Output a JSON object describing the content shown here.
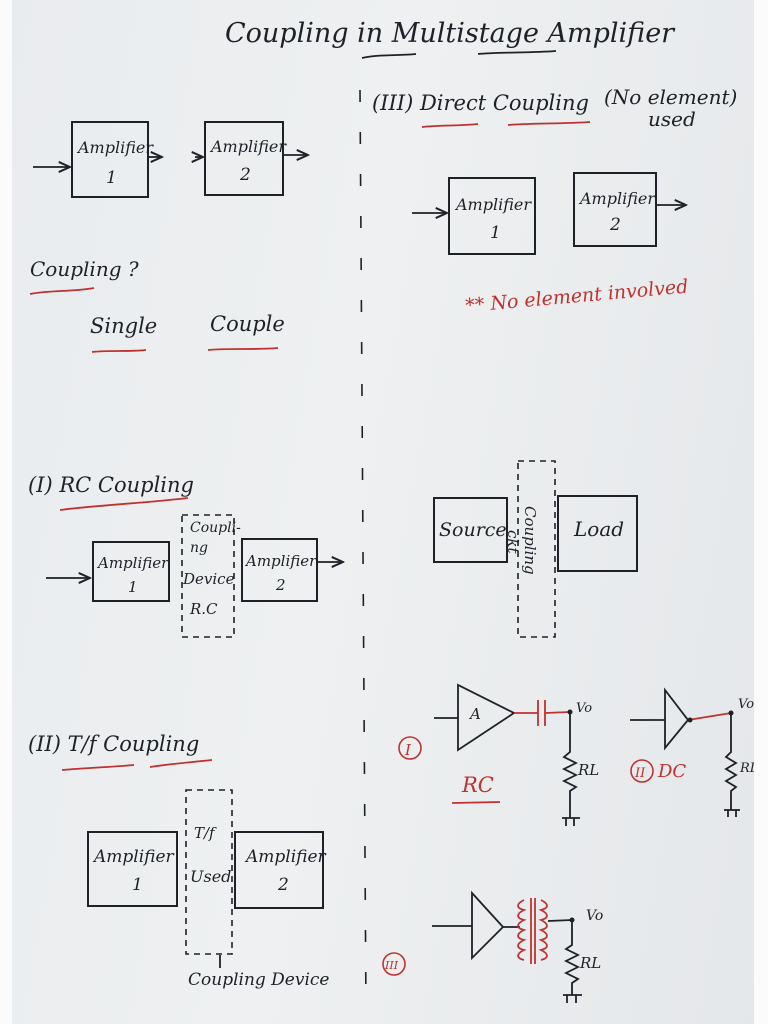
{
  "title": "Coupling in Multistage Amplifier",
  "amp": {
    "name": "Amplifier",
    "one": "1",
    "two": "2"
  },
  "intro": {
    "question": "Coupling ?",
    "single": "Single",
    "couple": "Couple"
  },
  "rc": {
    "heading": "(I) RC Coupling",
    "device_l1": "Coupli-",
    "device_l2": "ng",
    "device_l3": "Device",
    "device_l4": "R.C"
  },
  "tf": {
    "heading": "(II) T/f Coupling",
    "used_l1": "T/f",
    "used_l2": "Used",
    "caption": "Coupling Device"
  },
  "direct": {
    "heading": "(III) Direct Coupling",
    "paren_l1": "(No element)",
    "paren_l2": "used",
    "note": "** No element involved"
  },
  "block": {
    "source": "Source",
    "coupling_l1": "Coupling",
    "coupling_l2": "ckt",
    "load": "Load"
  },
  "circuits": {
    "rc_num": "I",
    "rc_label": "RC",
    "amp_symbol": "A",
    "dc_num": "II",
    "dc_label": "DC",
    "tf_num": "III",
    "vo": "Vo",
    "rl": "RL"
  },
  "colors": {
    "ink": "#1e2128",
    "red": "#c0312f",
    "paper": "#eceef0"
  }
}
